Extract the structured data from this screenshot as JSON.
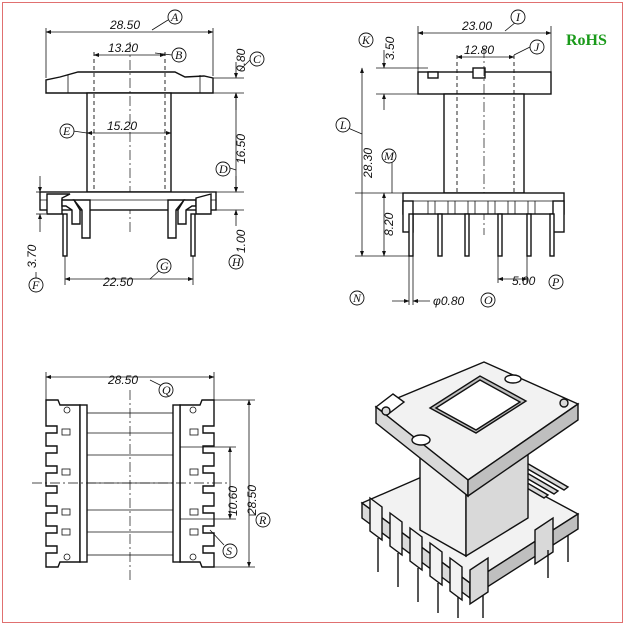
{
  "badge": {
    "text": "RoHS",
    "color": "#1a9a1a"
  },
  "front_view": {
    "dims": [
      "28.50",
      "13.20",
      "0.80",
      "15.20",
      "16.50",
      "1.00",
      "22.50",
      "3.70"
    ],
    "labels": [
      "A",
      "B",
      "C",
      "E",
      "D",
      "H",
      "G",
      "F"
    ]
  },
  "side_view": {
    "dims": [
      "23.00",
      "12.80",
      "3.50",
      "28.30",
      "8.20",
      "5.00",
      "φ0.80"
    ],
    "labels": [
      "I",
      "J",
      "K",
      "L",
      "M",
      "N",
      "O",
      "P"
    ]
  },
  "bottom_view": {
    "dims": [
      "28.50",
      "10.60",
      "28.50"
    ],
    "labels": [
      "Q",
      "R",
      "S"
    ]
  },
  "colors": {
    "line": "#111111",
    "frame": "#e07070"
  }
}
